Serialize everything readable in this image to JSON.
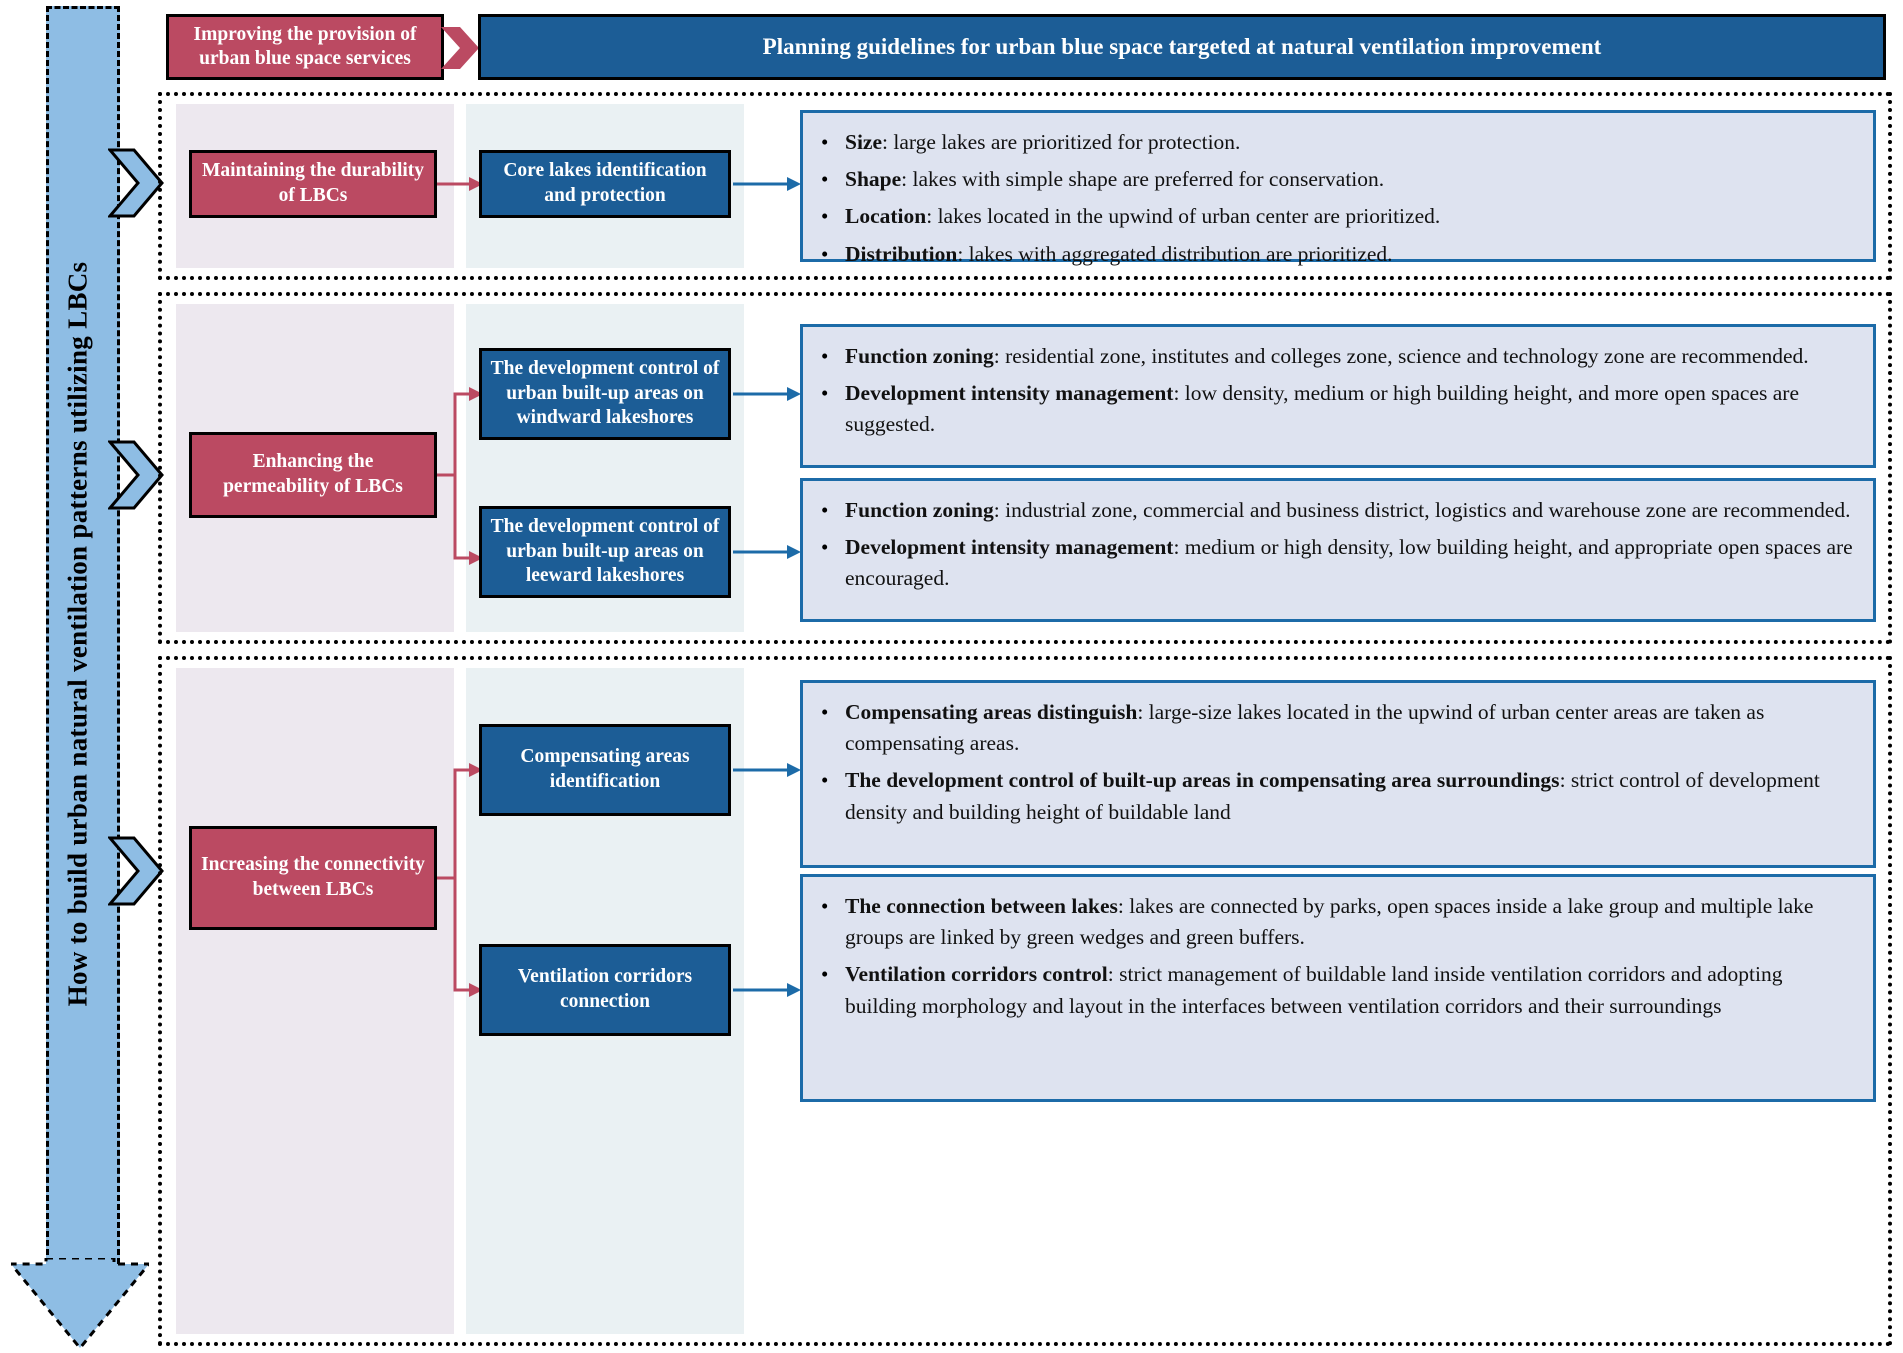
{
  "colors": {
    "crimson": "#BB4A62",
    "deep_blue": "#1C5D96",
    "light_blue_banner": "#8EBDE4",
    "detail_fill": "#DEE3F0",
    "detail_border": "#1C6BA8",
    "pink_column_tint": "#EDE8EF",
    "blue_column_tint": "#EAF1F3"
  },
  "left_banner": {
    "label": "How to build urban natural ventilation patterns utilizing LBCs",
    "icon": "down-arrow-banner"
  },
  "header": {
    "origin_label": "Improving the provision of urban blue space services",
    "arrow_icon": "chevron-right-icon",
    "title": "Planning guidelines for urban blue space targeted at natural ventilation improvement"
  },
  "sections": [
    {
      "stage": "Maintaining the durability of LBCs",
      "actions": [
        {
          "label": "Core lakes identification and protection",
          "details": [
            {
              "term": "Size",
              "text": ": large lakes are prioritized for protection."
            },
            {
              "term": "Shape",
              "text": ": lakes with simple shape are preferred for conservation."
            },
            {
              "term": "Location",
              "text": ": lakes located in the upwind of urban center are prioritized."
            },
            {
              "term": "Distribution",
              "text": ": lakes with aggregated distribution are prioritized."
            }
          ]
        }
      ]
    },
    {
      "stage": "Enhancing the permeability of LBCs",
      "actions": [
        {
          "label": "The development control of urban built-up areas on windward lakeshores",
          "details": [
            {
              "term": "Function zoning",
              "text": ": residential zone, institutes and colleges zone, science and technology zone are recommended."
            },
            {
              "term": "Development intensity management",
              "text": ": low density, medium or high building height, and more open spaces are suggested."
            }
          ]
        },
        {
          "label": "The development control of urban built-up areas on leeward lakeshores",
          "details": [
            {
              "term": "Function zoning",
              "text": ": industrial zone, commercial and business district, logistics and warehouse zone are recommended."
            },
            {
              "term": "Development intensity management",
              "text": ": medium or high density, low building height, and appropriate open spaces are encouraged."
            }
          ]
        }
      ]
    },
    {
      "stage": "Increasing the connectivity between LBCs",
      "actions": [
        {
          "label": "Compensating areas identification",
          "details": [
            {
              "term": "Compensating areas distinguish",
              "text": ": large-size lakes located in the upwind of urban center areas are taken as compensating areas."
            },
            {
              "term": "The development control of built-up areas in compensating area surroundings",
              "text": ": strict control of development density and building height of buildable land"
            }
          ]
        },
        {
          "label": "Ventilation corridors connection",
          "details": [
            {
              "term": "The connection between lakes",
              "text": ": lakes are connected by parks, open spaces inside a lake group and multiple lake groups are linked by green wedges and green buffers."
            },
            {
              "term": "Ventilation corridors control",
              "text": ": strict management of buildable land inside ventilation corridors and adopting building morphology and layout in the interfaces between ventilation corridors and their surroundings"
            }
          ]
        }
      ]
    }
  ]
}
